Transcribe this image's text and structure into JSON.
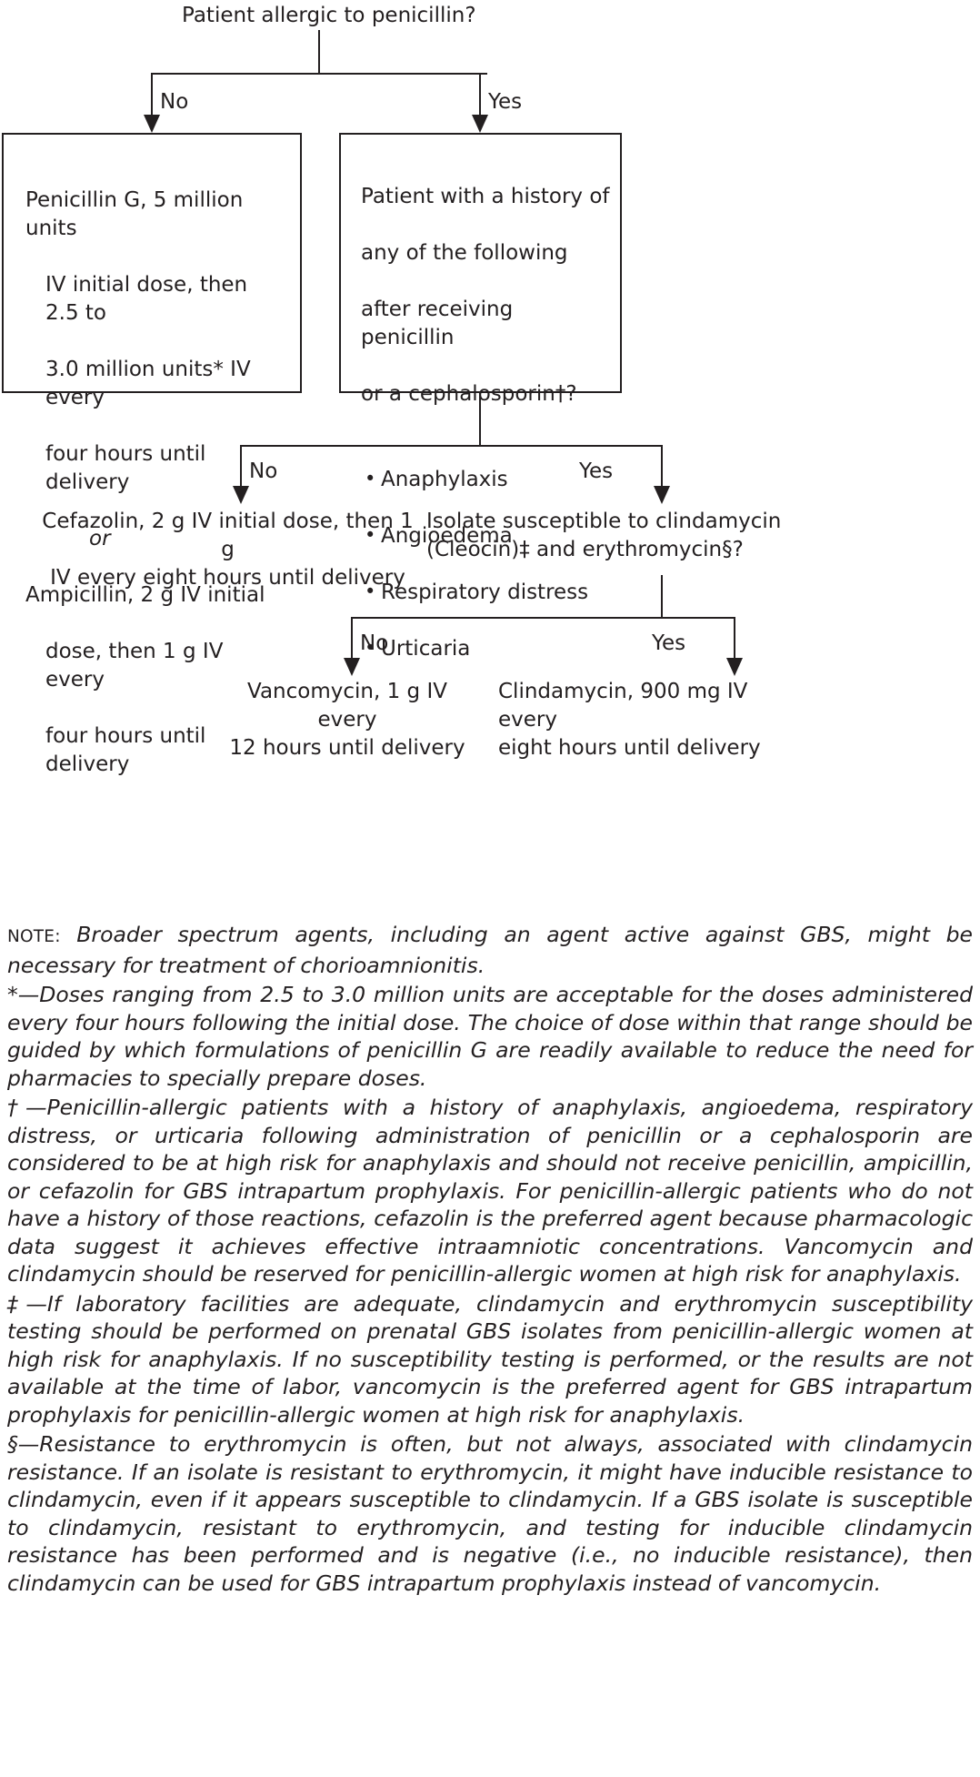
{
  "chart_data": {
    "type": "flowchart",
    "title": "Patient allergic to penicillin?",
    "nodes": [
      {
        "id": "root",
        "label": "Patient allergic to penicillin?"
      },
      {
        "id": "pen_g",
        "label": "Penicillin G, 5 million units IV initial dose, then 2.5 to 3.0 million units* IV every four hours until delivery or Ampicillin, 2 g IV initial dose, then 1 g IV every four hours until delivery"
      },
      {
        "id": "history",
        "label": "Patient with a history of any of the following after receiving penicillin or a cephalosporin†?"
      },
      {
        "id": "cefazolin",
        "label": "Cefazolin, 2 g IV initial dose, then 1 g IV every eight hours until delivery"
      },
      {
        "id": "isolate",
        "label": "Isolate susceptible to clindamycin (Cleocin)‡ and erythromycin§?"
      },
      {
        "id": "vancomycin",
        "label": "Vancomycin, 1 g IV every 12 hours until delivery"
      },
      {
        "id": "clindamycin",
        "label": "Clindamycin, 900 mg IV every eight hours until delivery"
      }
    ],
    "edges": [
      {
        "from": "root",
        "to": "pen_g",
        "label": "No"
      },
      {
        "from": "root",
        "to": "history",
        "label": "Yes"
      },
      {
        "from": "history",
        "to": "cefazolin",
        "label": "No"
      },
      {
        "from": "history",
        "to": "isolate",
        "label": "Yes"
      },
      {
        "from": "isolate",
        "to": "vancomycin",
        "label": "No"
      },
      {
        "from": "isolate",
        "to": "clindamycin",
        "label": "Yes"
      }
    ]
  },
  "flow": {
    "root_question": "Patient allergic to penicillin?",
    "branch_no_1": "No",
    "branch_yes_1": "Yes",
    "branch_no_2": "No",
    "branch_yes_2": "Yes",
    "branch_no_3": "No",
    "branch_yes_3": "Yes",
    "box_penicillin": {
      "line1": "Penicillin G, 5 million units",
      "line2": "IV initial dose, then 2.5 to",
      "line3": "3.0 million units* IV every",
      "line4": "four hours until delivery",
      "or": "or",
      "line5": "Ampicillin, 2 g IV initial",
      "line6": "dose, then 1 g IV every",
      "line7": "four hours until delivery"
    },
    "box_history": {
      "line1": "Patient with a history of",
      "line2": "any of the following",
      "line3": "after receiving penicillin",
      "line4": "or a cephalosporin†?",
      "bullets": [
        "Anaphylaxis",
        "Angioedema",
        "Respiratory distress",
        "Urticaria"
      ]
    },
    "text_cefazolin": "Cefazolin, 2 g IV initial dose, then 1 g\nIV every eight hours until delivery",
    "text_isolate": "Isolate susceptible to clindamycin\n(Cleocin)‡ and erythromycin§?",
    "text_vancomycin": "Vancomycin, 1 g IV every\n12 hours until delivery",
    "text_clindamycin": "Clindamycin, 900 mg IV every\neight hours until delivery"
  },
  "notes": {
    "note_label": "NOTE:",
    "note_body": " Broader spectrum agents, including an agent active against GBS, might be necessary for treatment of chorioamnionitis.",
    "footnote_star": "*—Doses ranging from 2.5 to 3.0 million units are acceptable for the doses administered every four hours following the initial dose. The choice of dose within that range should be guided by which formulations of penicillin G are readily available to reduce the need for pharmacies to specially prepare doses.",
    "footnote_dagger": "†—Penicillin-allergic patients with a history of anaphylaxis, angioedema, respiratory distress, or urticaria following administration of penicillin or a cephalosporin are considered to be at high risk for anaphylaxis and should not receive penicillin, ampicillin, or cefazolin for GBS intrapartum prophylaxis. For penicillin-allergic patients who do not have a history of those reactions, cefazolin is the preferred agent because pharmacologic data suggest it achieves effective intraamniotic concentrations. Vancomycin and clindamycin should be reserved for penicillin-allergic women at high risk for anaphylaxis.",
    "footnote_ddagger": "‡—If laboratory facilities are adequate, clindamycin and erythromycin susceptibility testing should be performed on prenatal GBS isolates from penicillin-allergic women at high risk for anaphylaxis. If no susceptibility testing is performed, or the results are not available at the time of labor, vancomycin is the preferred agent for GBS intrapartum prophylaxis for penicillin-allergic women at high risk for anaphylaxis.",
    "footnote_section": "§—Resistance to erythromycin is often, but not always, associated with clindamycin resistance. If an isolate is resistant to erythromycin, it might have inducible resistance to clindamycin, even if it appears susceptible to clindamycin. If a GBS isolate is susceptible to clindamycin, resistant to erythromycin, and testing for inducible clindamycin resistance has been performed and is negative (i.e., no inducible resistance), then clindamycin can be used for GBS intrapartum prophylaxis instead of vancomycin."
  },
  "colors": {
    "ink": "#231f20",
    "background": "#ffffff"
  }
}
